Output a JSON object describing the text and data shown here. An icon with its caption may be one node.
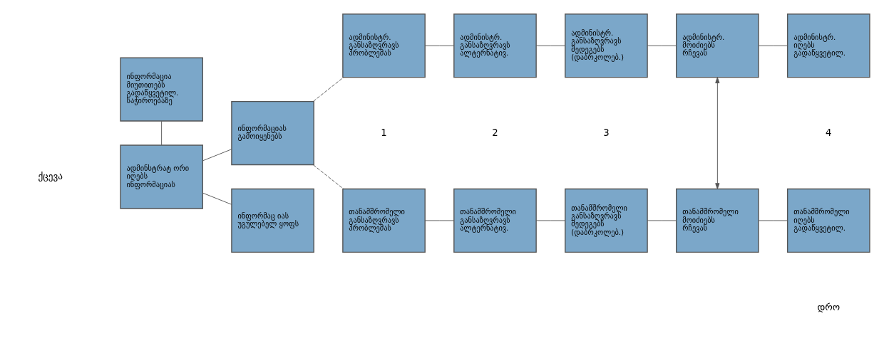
{
  "diagram": {
    "nodes": [
      {
        "text": [
          "ინფორმაცია მიუთითებს გადაწყვეტილ. საჭიროებაზე"
        ]
      },
      {
        "text": [
          "ადმინსტრატ ორი იღებს ინფორმაციას"
        ]
      },
      {
        "text": [
          "ინფორმაციას გამოიყენებს"
        ]
      },
      {
        "text": [
          "ინფორმაც იას უგულებელ ყოფს"
        ]
      },
      {
        "text": [
          "ადმინისტრ. განსაზღვრავს პრობლემას"
        ]
      },
      {
        "text": [
          "თანამშრომელი განსაზღვრავს პრობლემას"
        ]
      },
      {
        "text": [
          "ადმინისტრ. განსაზღვრავს ალტერნატივ."
        ]
      },
      {
        "text": [
          "თანამშრომელი განსაზღვრავს ალტერნატივ."
        ]
      },
      {
        "text": [
          "ადმინისტრ. განსაზღვრავს შედეგებს (დაბრკოლებ.)"
        ]
      },
      {
        "text": [
          "თანამშრომელი განსაზღვრავს შედეგებს (დაბრკოლებ.)"
        ]
      },
      {
        "text": [
          "ადმინისტრ. მოიძიებს რჩევას"
        ]
      },
      {
        "text": [
          "თანამშრომელი მოიძიებს რჩევას"
        ]
      },
      {
        "text": [
          "ადმინისტრ. იღებს გადაწყვეტილ."
        ]
      },
      {
        "text": [
          "თანამშრომელი იღებს გადაწყვეტილ."
        ]
      }
    ],
    "edges": [
      {
        "from": 0,
        "to": 1,
        "arrow": "none"
      },
      {
        "from": 1,
        "to": 2,
        "arrow": "none"
      },
      {
        "from": 1,
        "to": 3,
        "arrow": "none"
      },
      {
        "from": 2,
        "to": 4,
        "arrow": "none",
        "style": "dashed"
      },
      {
        "from": 2,
        "to": 5,
        "arrow": "none",
        "style": "dashed"
      },
      {
        "from": 4,
        "to": 6,
        "arrow": "none"
      },
      {
        "from": 5,
        "to": 7,
        "arrow": "none"
      },
      {
        "from": 6,
        "to": 8,
        "arrow": "none"
      },
      {
        "from": 7,
        "to": 9,
        "arrow": "none"
      },
      {
        "from": 8,
        "to": 10,
        "arrow": "none"
      },
      {
        "from": 9,
        "to": 11,
        "arrow": "none"
      },
      {
        "from": 10,
        "to": 11,
        "arrow": "both"
      },
      {
        "from": 10,
        "to": 12,
        "arrow": "none"
      },
      {
        "from": 11,
        "to": 13,
        "arrow": "none"
      }
    ],
    "labels": [
      "ქცევა",
      "1",
      "2",
      "3",
      "4",
      "დრო"
    ]
  }
}
